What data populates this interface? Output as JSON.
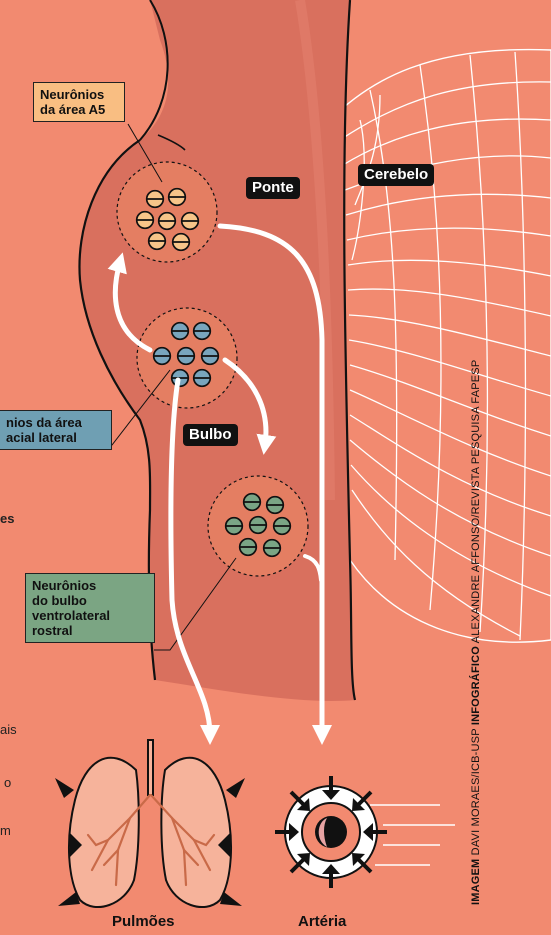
{
  "labels": {
    "ponte": "Ponte",
    "cerebelo": "Cerebelo",
    "bulbo": "Bulbo",
    "a5": "Neurônios\nda área A5",
    "facial": "nios da área\nacial lateral",
    "rostral": "Neurônios\ndo bulbo\nventrolateral\nrostral",
    "pulmoes": "Pulmões",
    "arteria": "Artéria"
  },
  "edge_text": [
    "es",
    "ais",
    "o",
    "m"
  ],
  "credit": {
    "imagem_label": "IMAGEM",
    "imagem_text": "DAVI MORAES/ICB-USP",
    "infografico_label": "INFOGRÁFICO",
    "infografico_text": "ALEXANDRE AFFONSO/REVISTA PESQUISA FAPESP"
  },
  "colors": {
    "background": "#f28a70",
    "brainstem": "#d9705e",
    "a5_box": "#f9be82",
    "facial_box": "#6f9fb3",
    "rostral_box": "#7ba583",
    "neuron_orange": "#f7c589",
    "neuron_blue": "#79a5bd",
    "neuron_green": "#7aa585",
    "lung_fill": "#f6b39b"
  },
  "icons": [
    "arrow-icon",
    "lungs-icon",
    "artery-icon",
    "cerebellum-icon"
  ]
}
